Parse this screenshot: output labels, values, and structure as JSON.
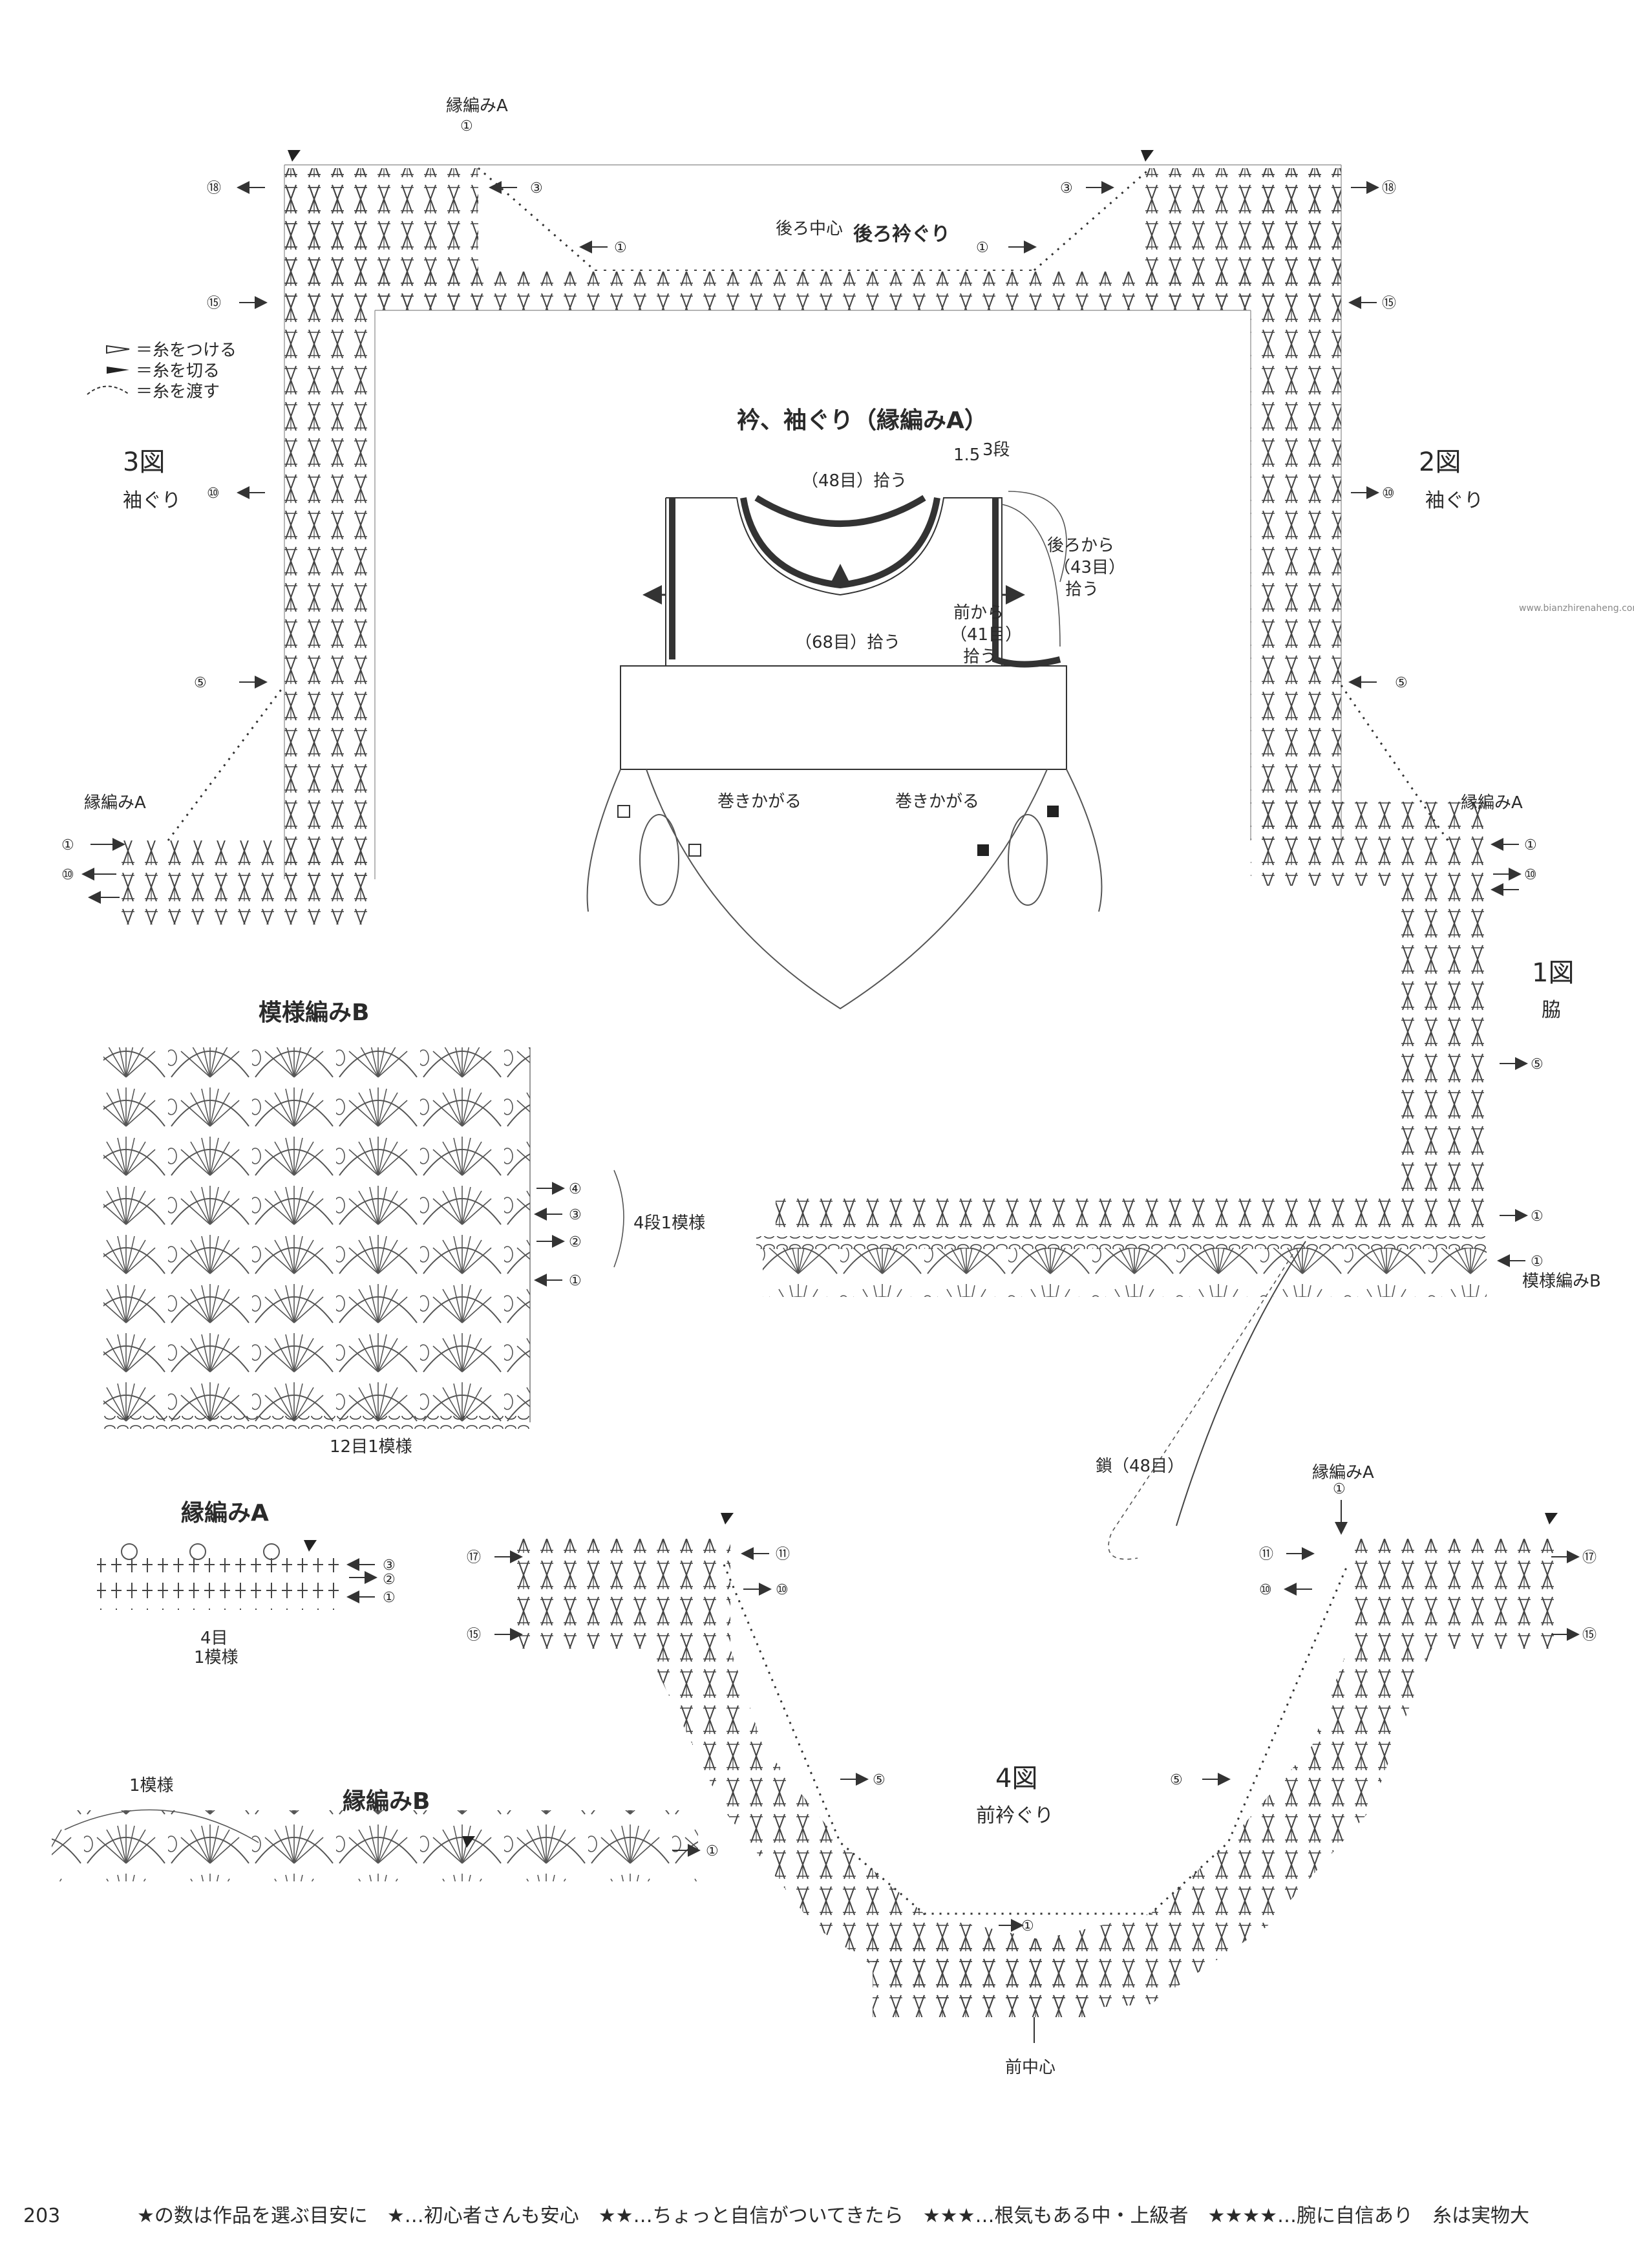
{
  "page_number": "203",
  "footer_text": "★の数は作品を選ぶ目安に　★…初心者さんも安心　★★…ちょっと自信がついてきたら　★★★…根気もある中・上級者　★★★★…腕に自信あり　糸は実物大",
  "watermark_url": "www.bianzhirenaheng.com",
  "legend": {
    "attach": "＝糸をつける",
    "cut": "＝糸を切る",
    "pass": "＝糸を渡す"
  },
  "center_schematic": {
    "title": "衿、袖ぐり（縁編みA）",
    "back_neck_pick": "（48目）拾う",
    "front_neck_pick": "（68目）拾う",
    "width_label": "1.5",
    "rows_label": "3段",
    "from_back": "後ろから",
    "back_count": "（43目）",
    "pick_a": "拾う",
    "from_front": "前から",
    "front_count": "（41目）",
    "pick_b": "拾う",
    "wrap_left": "巻きかがる",
    "wrap_right": "巻きかがる"
  },
  "figures": {
    "fig3_num": "3図",
    "fig3_name": "袖ぐり",
    "fig2_num": "2図",
    "fig2_name": "袖ぐり",
    "fig1_num": "1図",
    "fig1_name": "脇",
    "fig4_num": "4図",
    "fig4_name": "前衿ぐり",
    "back_center": "後ろ中心",
    "back_neck": "後ろ衿ぐり",
    "front_center": "前中心",
    "edging_a_top_left": "縁編みA",
    "edging_a_left": "縁編みA",
    "edging_a_right": "縁編みA",
    "edging_a_fig4": "縁編みA",
    "pattern_b_label": "模様編みB",
    "chain_48": "鎖（48目）"
  },
  "pattern_b": {
    "title": "模様編みB",
    "repeat": "12目1模様",
    "rows_repeat": "4段1模様"
  },
  "edging_a": {
    "title": "縁編みA",
    "repeat_count": "4目",
    "repeat_unit": "1模様"
  },
  "edging_b": {
    "title": "縁編みB",
    "repeat": "1模様"
  },
  "row_markers": {
    "r1": "①",
    "r2": "②",
    "r3": "③",
    "r4": "④",
    "r5": "⑤",
    "r10": "⑩",
    "r11": "⑪",
    "r15": "⑮",
    "r17": "⑰",
    "r18": "⑱"
  }
}
